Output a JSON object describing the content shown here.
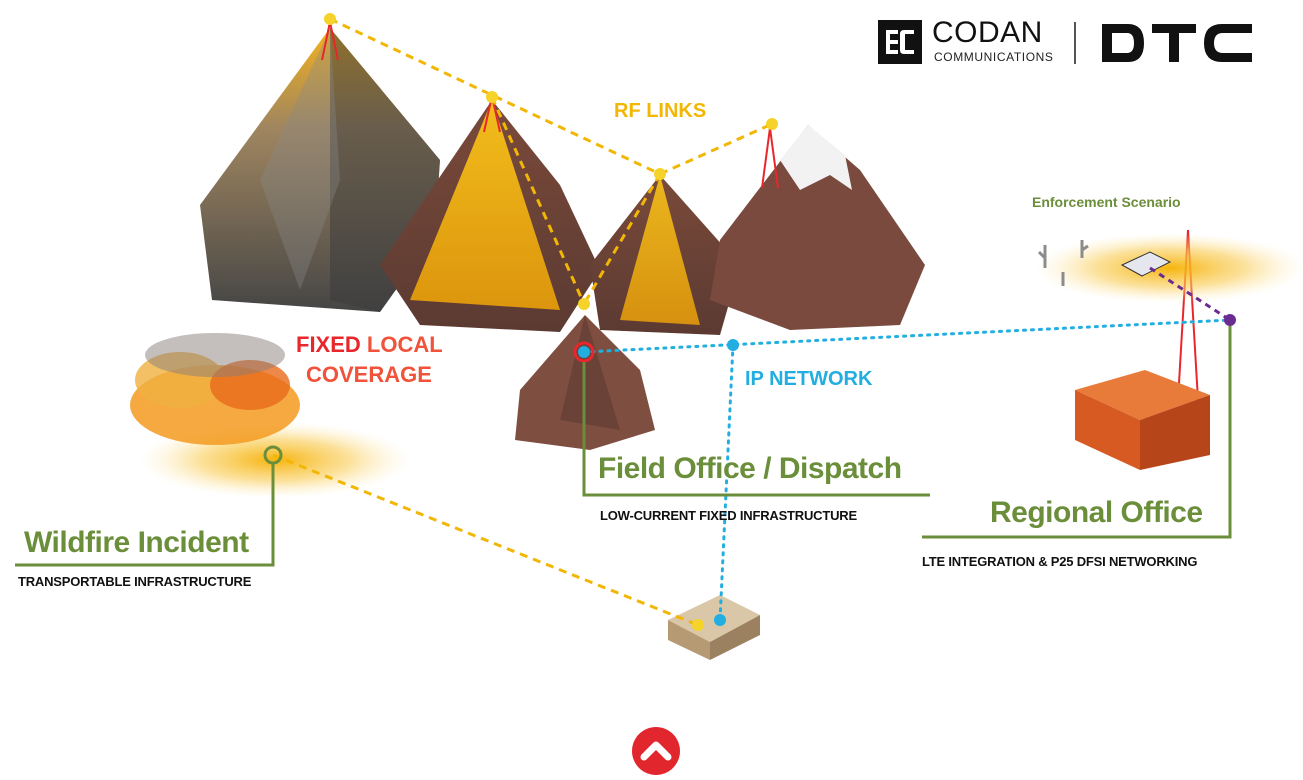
{
  "logo": {
    "codan_word": "CODAN",
    "codan_sub": "COMMUNICATIONS",
    "dtc_word": "DTC"
  },
  "labels": {
    "rf_links": "RF LINKS",
    "fixed_word": "FIXED",
    "local_word": "LOCAL",
    "coverage_word": "COVERAGE",
    "ip_network": "IP NETWORK",
    "enforcement": "Enforcement Scenario"
  },
  "nodes": {
    "wildfire": {
      "title": "Wildfire Incident",
      "subtitle": "TRANSPORTABLE INFRASTRUCTURE"
    },
    "field_office": {
      "title": "Field Office / Dispatch",
      "subtitle": "LOW-CURRENT FIXED INFRASTRUCTURE"
    },
    "regional": {
      "title": "Regional Office",
      "subtitle": "LTE INTEGRATION & P25 DFSI NETWORKING"
    }
  },
  "colors": {
    "rf_yellow": "#f2b705",
    "ip_blue": "#22aee0",
    "label_green": "#6b8e3a",
    "accent_red": "#e8262b",
    "link_purple": "#6a2c91",
    "scroll_button": "#e2262e"
  },
  "icons": {
    "scroll_top": "chevron-up-icon"
  }
}
